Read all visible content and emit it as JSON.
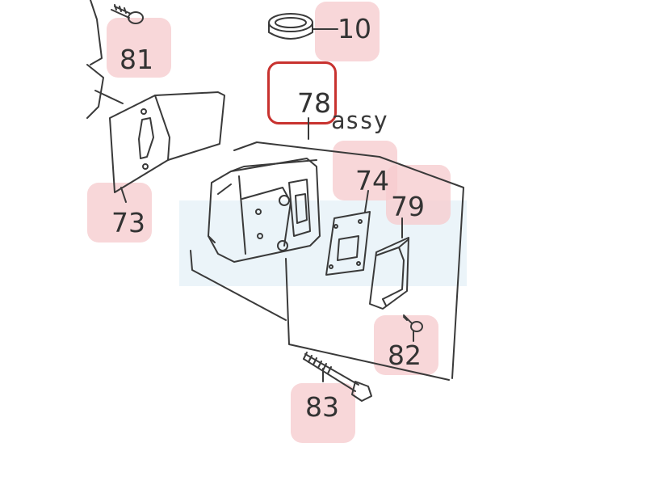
{
  "diagram": {
    "callouts": [
      {
        "id": "10",
        "label": "10"
      },
      {
        "id": "81",
        "label": "81"
      },
      {
        "id": "78",
        "label": "78",
        "selected": true
      },
      {
        "id": "73",
        "label": "73"
      },
      {
        "id": "74",
        "label": "74"
      },
      {
        "id": "79",
        "label": "79"
      },
      {
        "id": "82",
        "label": "82"
      },
      {
        "id": "83",
        "label": "83"
      }
    ],
    "assy_text": "assy"
  },
  "colors": {
    "callout_fill": "#f6ccce",
    "selected_border": "#c8322f",
    "line": "#3a3a3a",
    "band": "#e6f1f8"
  }
}
